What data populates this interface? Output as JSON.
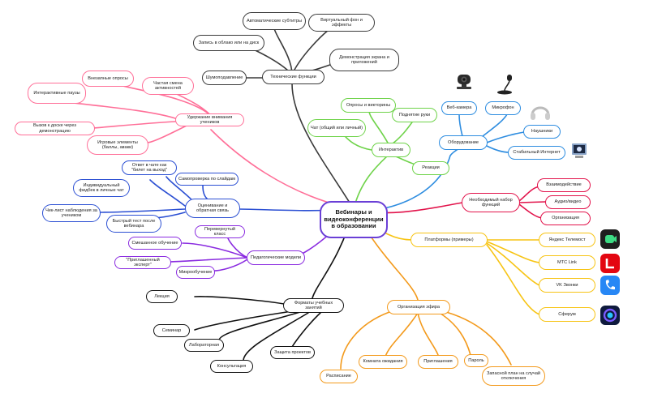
{
  "center": "Вебинары и видеоконференции в образовании",
  "colors": {
    "tech": "#3a3a3a",
    "interactive": "#6fd34a",
    "equipment": "#2e8de0",
    "attention": "#ff6f98",
    "functions": "#e2134b",
    "platforms": "#f7c414",
    "organization": "#f39a1c",
    "pedagogy": "#8a2be0",
    "assessment": "#2b4fd3",
    "formats": "#111111"
  },
  "tech": {
    "title": "Технические функции",
    "items": [
      "Автоматические субтитры",
      "Виртуальный фон и эффекты",
      "Запись в облако или на диск",
      "Демонстрация экрана и приложений",
      "Шумоподавление"
    ]
  },
  "interactive": {
    "title": "Интерактив",
    "items": [
      "Опросы и викторины",
      "Поднятие руки",
      "Чат (общий или личный)",
      "Реакции"
    ]
  },
  "equipment": {
    "title": "Оборудование",
    "items": [
      "Веб-камера",
      "Микрофон",
      "Наушники",
      "Стабильный Интернет"
    ],
    "icons": [
      "webcam-icon",
      "microphone-icon",
      "headphones-icon",
      "network-icon"
    ]
  },
  "attention": {
    "title": "Удержание внимания учеников",
    "items": [
      "Внезапные опросы",
      "Частая смена активностей",
      "Интерактивные паузы",
      "Вызов к доске через демонстрацию",
      "Игровые элементы (баллы, аваки)"
    ]
  },
  "functions": {
    "title": "Необходимый набор функций",
    "items": [
      "Взаимодействие",
      "Аудио/видео",
      "Организация"
    ]
  },
  "platforms": {
    "title": "Платформы (примеры)",
    "items": [
      "Яндекс Телемост",
      "МТС Link",
      "VK Звонки",
      "Сферум"
    ],
    "icons": [
      "telemost-app-icon",
      "mts-link-app-icon",
      "vk-calls-app-icon",
      "sferum-app-icon"
    ]
  },
  "assessment": {
    "title": "Оценивание и обратная связь",
    "items": [
      "Ответ в чате как \"билет на выход\"",
      "Самопроверка по слайдам",
      "Индивидуальный фидбек в личные чат",
      "Чек-лист наблюдения за учеником",
      "Быстрый тест после вебинара"
    ]
  },
  "pedagogy": {
    "title": "Педагогические модели",
    "items": [
      "Перевернутый класс",
      "Смешанное обучение",
      "\"Приглашенный эксперт\"",
      "Микрообучение"
    ]
  },
  "formats": {
    "title": "Форматы учебных занятий",
    "items": [
      "Лекция",
      "Семинар",
      "Лабораторная",
      "Консультация",
      "Защита проектов"
    ]
  },
  "organization": {
    "title": "Организация эфира",
    "items": [
      "Комната ожидания",
      "Приглашения",
      "Пароль",
      "Расписание",
      "Запасной план на случай отключения"
    ]
  }
}
